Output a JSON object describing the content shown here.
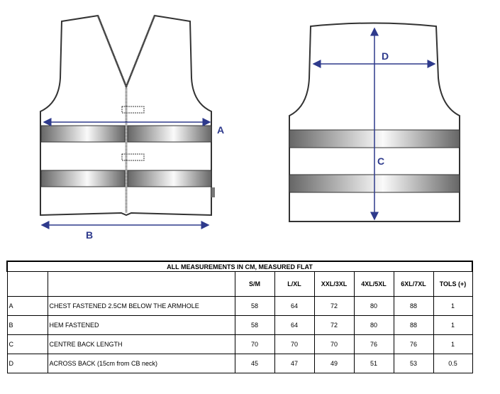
{
  "diagram": {
    "labels": {
      "a": "A",
      "b": "B",
      "c": "C",
      "d": "D"
    },
    "arrow_color": "#2e3a8c",
    "band_color": "#777777"
  },
  "table": {
    "title": "ALL MEASUREMENTS IN CM, MEASURED FLAT",
    "headers": [
      "",
      "",
      "S/M",
      "L/XL",
      "XXL/3XL",
      "4XL/5XL",
      "6XL/7XL",
      "TOLS (+)"
    ],
    "rows": [
      [
        "A",
        "CHEST FASTENED 2.5CM BELOW THE ARMHOLE",
        "58",
        "64",
        "72",
        "80",
        "88",
        "1"
      ],
      [
        "B",
        "HEM FASTENED",
        "58",
        "64",
        "72",
        "80",
        "88",
        "1"
      ],
      [
        "C",
        "CENTRE BACK LENGTH",
        "70",
        "70",
        "70",
        "76",
        "76",
        "1"
      ],
      [
        "D",
        "ACROSS BACK (15cm from CB neck)",
        "45",
        "47",
        "49",
        "51",
        "53",
        "0.5"
      ]
    ]
  }
}
